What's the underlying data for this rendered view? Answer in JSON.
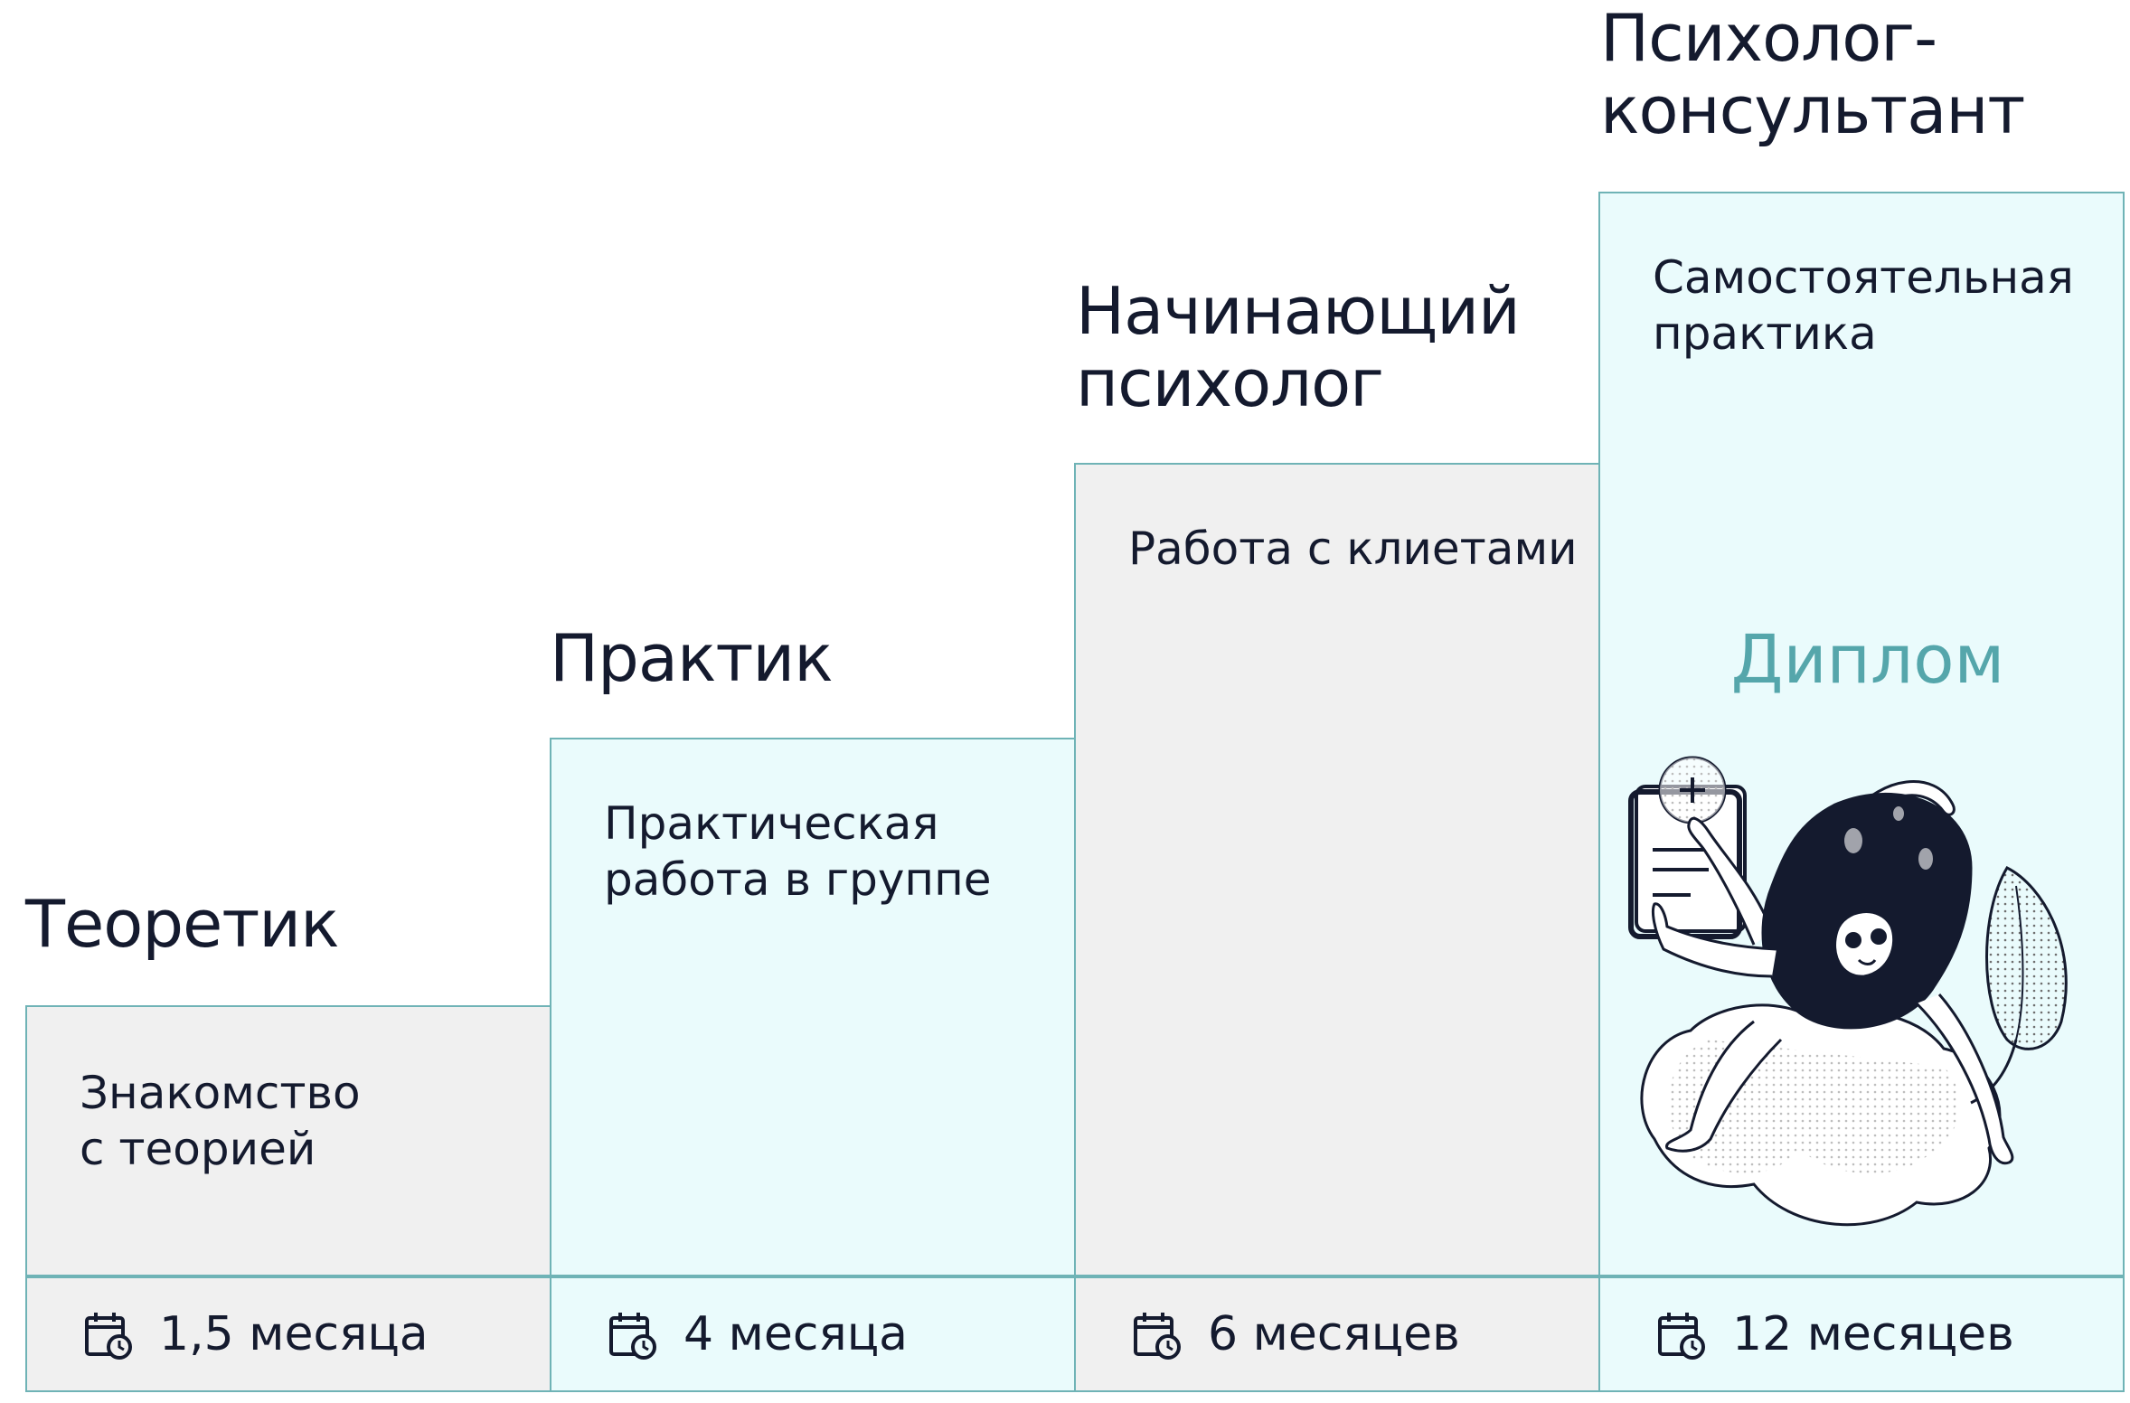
{
  "stages": [
    {
      "title": "Теоретик",
      "description": "Знакомство\nс теорией",
      "duration": "1,5 месяца",
      "fill": "#f0f0f0"
    },
    {
      "title": "Практик",
      "description": "Практическая\nработа в группе",
      "duration": "4 месяца",
      "fill": "#eafbfc"
    },
    {
      "title": "Начинающий\nпсихолог",
      "description": "Работа с клиетами",
      "duration": "6 месяцев",
      "fill": "#f0f0f0"
    },
    {
      "title": "Психолог-\nконсультант",
      "description": "Самостоятельная\nпрактика",
      "duration": "12 месяцев",
      "fill": "#eafbfc"
    }
  ],
  "diploma": {
    "label": "Диплом",
    "color": "#55a6ab"
  },
  "icons": {
    "duration_icon": "calendar-clock-icon",
    "illustration": "relaxing-character-illustration"
  },
  "colors": {
    "border": "#6fb3b6",
    "text": "#141a2e"
  }
}
